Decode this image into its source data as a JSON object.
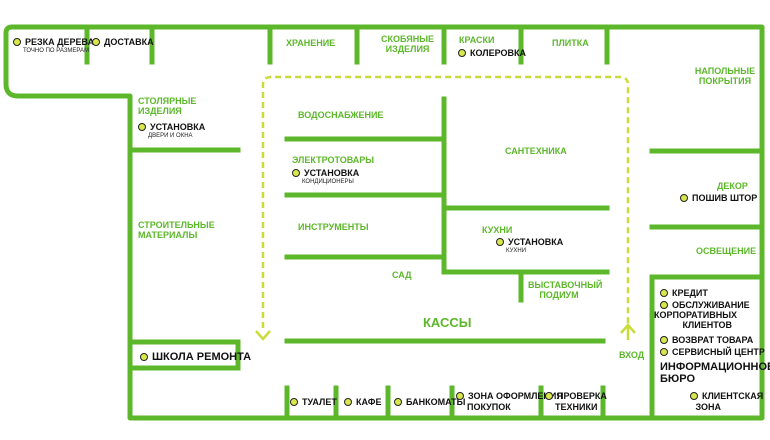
{
  "zones": {
    "wood_cutting": "РЕЗКА ДЕРЕВА",
    "wood_cutting_sub": "ТОЧНО ПО РАЗМЕРАМ",
    "delivery": "ДОСТАВКА",
    "storage": "ХРАНЕНИЕ",
    "hardware": [
      "СКОБЯНЫЕ",
      "ИЗДЕЛИЯ"
    ],
    "paints": "КРАСКИ",
    "tinting": "КОЛЕРОВКА",
    "tiles": "ПЛИТКА",
    "flooring": [
      "НАПОЛЬНЫЕ",
      "ПОКРЫТИЯ"
    ],
    "joinery": [
      "СТОЛЯРНЫЕ",
      "ИЗДЕЛИЯ"
    ],
    "install_doors": "УСТАНОВКА",
    "install_doors_sub": "ДВЕРИ И ОКНА",
    "water_supply": "ВОДОСНАБЖЕНИЕ",
    "electrical": "ЭЛЕКТРОТОВАРЫ",
    "install_ac": "УСТАНОВКА",
    "install_ac_sub": "КОНДИЦИОНЕРЫ",
    "plumbing": "САНТЕХНИКА",
    "decor": "ДЕКОР",
    "curtain_sewing": "ПОШИВ ШТОР",
    "building_materials": [
      "СТРОИТЕЛЬНЫЕ",
      "МАТЕРИАЛЫ"
    ],
    "tools": "ИНСТРУМЕНТЫ",
    "kitchens": "КУХНИ",
    "install_kitchen": "УСТАНОВКА",
    "install_kitchen_sub": "КУХНИ",
    "lighting": "ОСВЕЩЕНИЕ",
    "garden": "САД",
    "showroom": [
      "ВЫСТАВОЧНЫЙ",
      "ПОДИУМ"
    ],
    "checkout": "КАССЫ",
    "repair_school": "ШКОЛА РЕМОНТА",
    "entrance": "ВХОД",
    "toilet": "ТУАЛЕТ",
    "cafe": "КАФЕ",
    "atm": "БАНКОМАТЫ",
    "purchase_desk": [
      "ЗОНА ОФОРМЛЕНИЯ",
      "ПОКУПОК"
    ],
    "tech_check": [
      "ПРОВЕРКА",
      "ТЕХНИКИ"
    ],
    "credit": "КРЕДИТ",
    "corporate": [
      "ОБСЛУЖИВАНИЕ",
      "КОРПОРАТИВНЫХ",
      "КЛИЕНТОВ"
    ],
    "returns": "ВОЗВРАТ ТОВАРА",
    "service_center": "СЕРВИСНЫЙ ЦЕНТР",
    "info_bureau": [
      "ИНФОРМАЦИОННОЕ",
      "БЮРО"
    ],
    "client_zone": [
      "КЛИЕНТСКАЯ",
      "ЗОНА"
    ]
  },
  "colors": {
    "wall": "#5cb82a",
    "path": "#c9dc3a",
    "dot": "#d8e84a",
    "service_text": "#111111"
  }
}
